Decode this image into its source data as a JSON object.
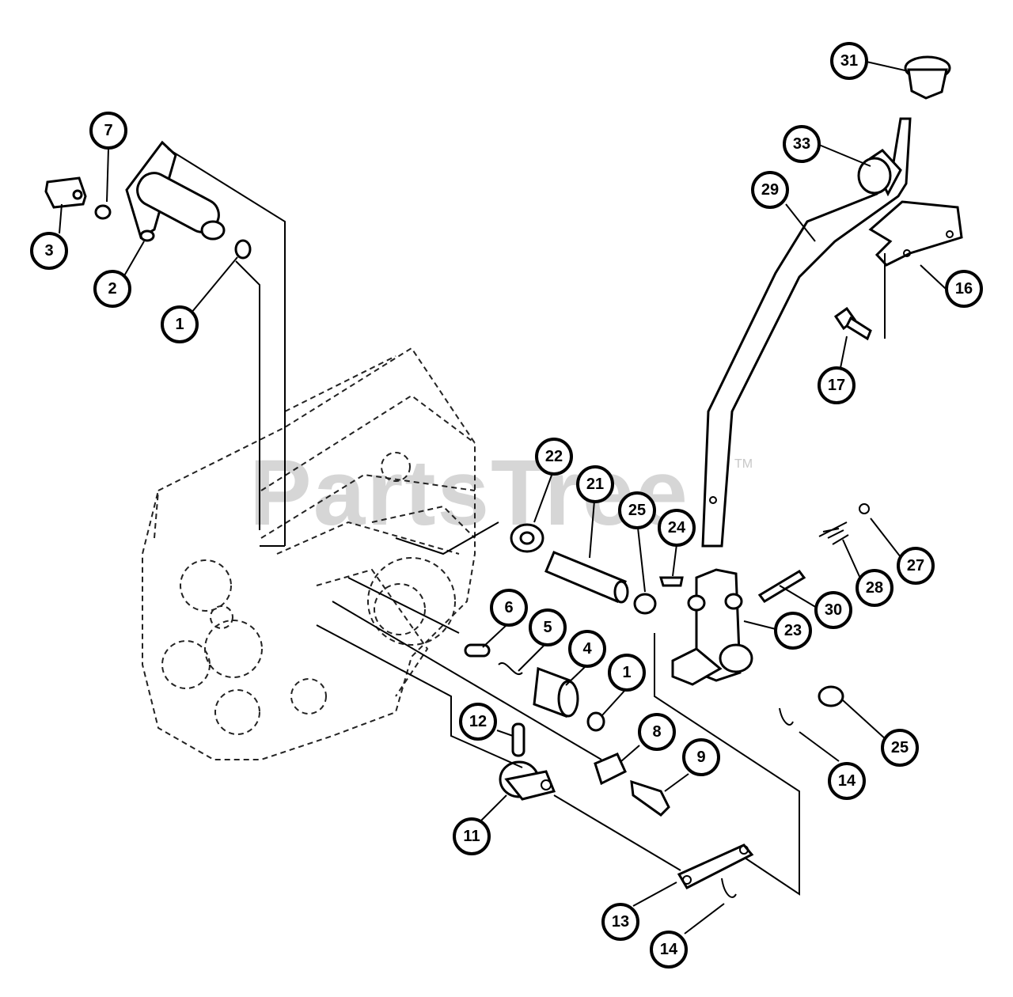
{
  "watermark": {
    "text": "PartsTree",
    "trademark": "TM"
  },
  "callouts": [
    {
      "id": "c31",
      "label": "31"
    },
    {
      "id": "c33",
      "label": "33"
    },
    {
      "id": "c29",
      "label": "29"
    },
    {
      "id": "c16",
      "label": "16"
    },
    {
      "id": "c17",
      "label": "17"
    },
    {
      "id": "c7",
      "label": "7"
    },
    {
      "id": "c3",
      "label": "3"
    },
    {
      "id": "c2",
      "label": "2"
    },
    {
      "id": "c1a",
      "label": "1"
    },
    {
      "id": "c22",
      "label": "22"
    },
    {
      "id": "c21",
      "label": "21"
    },
    {
      "id": "c25a",
      "label": "25"
    },
    {
      "id": "c24",
      "label": "24"
    },
    {
      "id": "c27",
      "label": "27"
    },
    {
      "id": "c28",
      "label": "28"
    },
    {
      "id": "c30",
      "label": "30"
    },
    {
      "id": "c23",
      "label": "23"
    },
    {
      "id": "c6",
      "label": "6"
    },
    {
      "id": "c5",
      "label": "5"
    },
    {
      "id": "c4",
      "label": "4"
    },
    {
      "id": "c1b",
      "label": "1"
    },
    {
      "id": "c12",
      "label": "12"
    },
    {
      "id": "c8",
      "label": "8"
    },
    {
      "id": "c9",
      "label": "9"
    },
    {
      "id": "c11",
      "label": "11"
    },
    {
      "id": "c14a",
      "label": "14"
    },
    {
      "id": "c25b",
      "label": "25"
    },
    {
      "id": "c13",
      "label": "13"
    },
    {
      "id": "c14b",
      "label": "14"
    }
  ]
}
